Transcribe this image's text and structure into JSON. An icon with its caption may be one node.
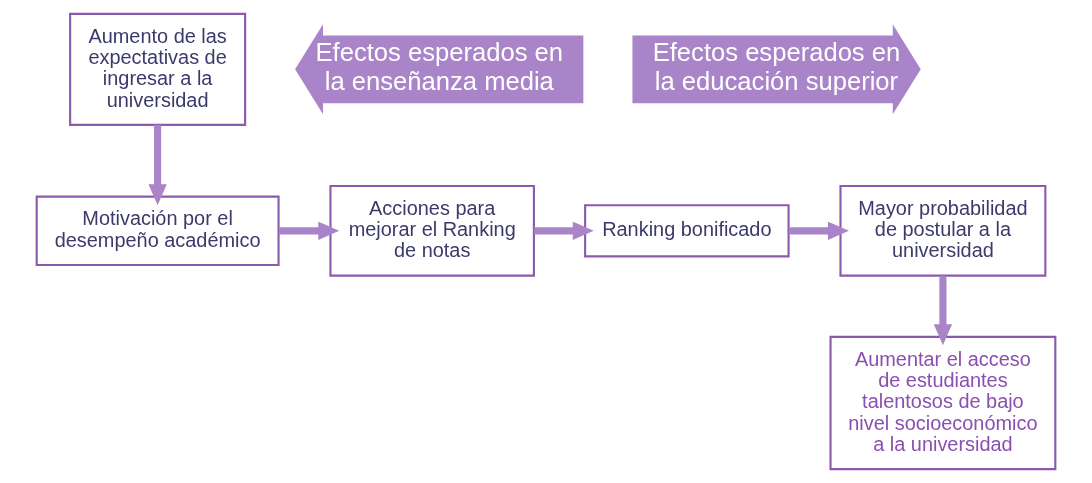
{
  "diagram": {
    "nodes": [
      {
        "text": [
          "Aumento de las expectativas de ingresar a la universidad"
        ]
      },
      {
        "text": [
          "Efectos esperados en la enseñanza media"
        ]
      },
      {
        "text": [
          "Efectos esperados en la educación superior"
        ]
      },
      {
        "text": [
          "Aumentar el acceso de estudiantes talentosos de bajo nivel socioeconómico a la universidad"
        ]
      },
      {
        "text": [
          "Motivación por el desempeño académico"
        ]
      },
      {
        "text": [
          "Acciones para mejorar el Ranking de notas"
        ]
      },
      {
        "text": [
          "Ranking bonificado"
        ]
      },
      {
        "text": [
          "Mayor probabilidad de postular a la universidad"
        ]
      }
    ],
    "edges": [
      {
        "from": 0,
        "to": 4,
        "arrow": "to"
      },
      {
        "from": 4,
        "to": 5,
        "arrow": "to"
      },
      {
        "from": 5,
        "to": 6,
        "arrow": "to"
      },
      {
        "from": 6,
        "to": 7,
        "arrow": "to"
      },
      {
        "from": 7,
        "to": 3,
        "arrow": "to"
      }
    ]
  }
}
